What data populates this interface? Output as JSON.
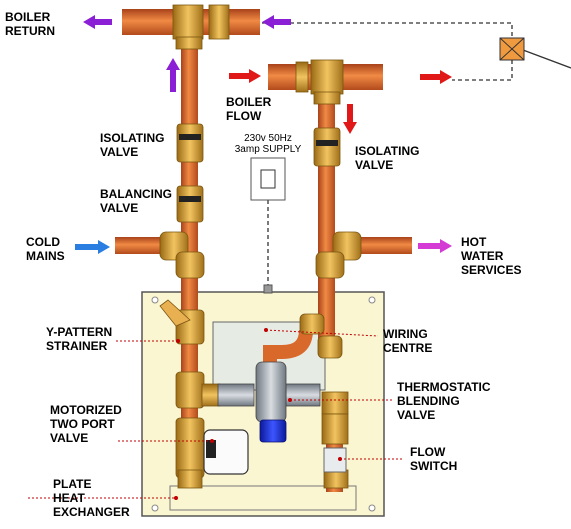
{
  "labels": {
    "boiler_return": [
      "BOILER",
      "RETURN"
    ],
    "boiler_flow": [
      "BOILER",
      "FLOW"
    ],
    "isolating_valve_left": [
      "ISOLATING",
      "VALVE"
    ],
    "isolating_valve_right": [
      "ISOLATING",
      "VALVE"
    ],
    "balancing_valve": [
      "BALANCING",
      "VALVE"
    ],
    "cold_mains": [
      "COLD",
      "MAINS"
    ],
    "hot_water_services": [
      "HOT",
      "WATER",
      "SERVICES"
    ],
    "supply": [
      "230v 50Hz",
      "3amp SUPPLY"
    ],
    "y_pattern_strainer": [
      "Y-PATTERN",
      "STRAINER"
    ],
    "wiring_centre": [
      "WIRING",
      "CENTRE"
    ],
    "thermostatic_blending_valve": [
      "THERMOSTATIC",
      "BLENDING",
      "VALVE"
    ],
    "motorized_two_port_valve": [
      "MOTORIZED",
      "TWO PORT",
      "VALVE"
    ],
    "flow_switch": [
      "FLOW",
      "SWITCH"
    ],
    "plate_heat_exchanger": [
      "PLATE",
      "HEAT",
      "EXCHANGER"
    ]
  },
  "colors": {
    "pipe": "#d9692a",
    "brass": "#d9a23c",
    "cabinet": "#fbf6d2",
    "arrow_purple": "#8a1fd6",
    "arrow_red": "#e01818",
    "arrow_blue": "#2a7de1",
    "arrow_magenta": "#d43ad4",
    "leader_red": "#c00000",
    "motor_blue": "#1a2fd0"
  }
}
